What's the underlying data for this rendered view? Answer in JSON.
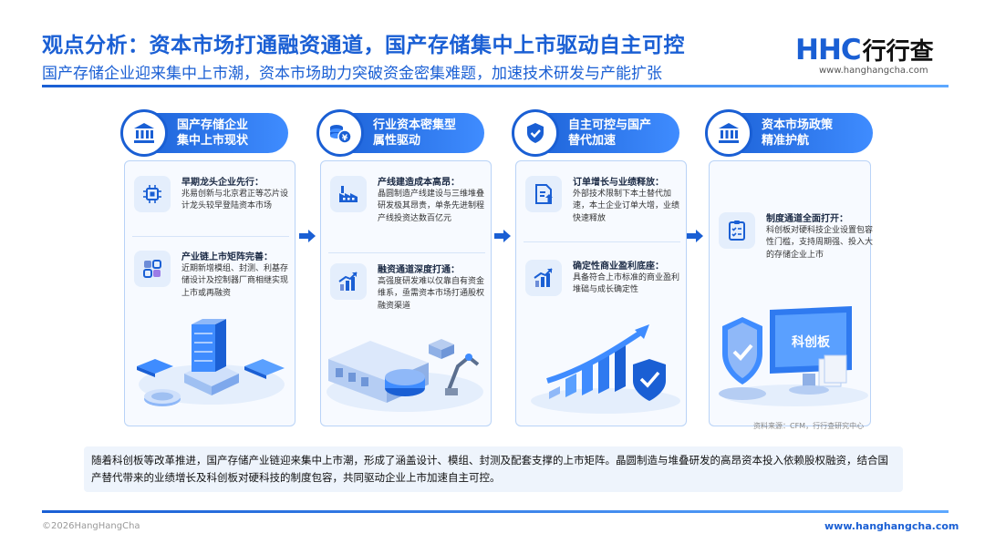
{
  "header": {
    "title": "观点分析：资本市场打通融资通道，国产存储集中上市驱动自主可控",
    "subtitle": "国产存储企业迎来集中上市潮，资本市场助力突破资金密集难题，加速技术研发与产能扩张"
  },
  "logo": {
    "mark": "HHC",
    "name": "行行查",
    "url": "www.hanghangcha.com"
  },
  "columns": [
    {
      "title": "国产存储企业\n集中上市现状",
      "items": [
        {
          "head": "早期龙头企业先行：",
          "text": "兆易创新与北京君正等芯片设计龙头较早登陆资本市场"
        },
        {
          "head": "产业链上市矩阵完善：",
          "text": "近期新增模组、封测、利基存储设计及控制器厂商相继实现上市或再融资"
        }
      ]
    },
    {
      "title": "行业资本密集型\n属性驱动",
      "items": [
        {
          "head": "产线建造成本高昂：",
          "text": "晶圆制造产线建设与三维堆叠研发极其昂贵，单条先进制程产线投资达数百亿元"
        },
        {
          "head": "融资通道深度打通：",
          "text": "高强度研发难以仅靠自有资金维系，亟需资本市场打通股权融资渠道"
        }
      ]
    },
    {
      "title": "自主可控与国产\n替代加速",
      "items": [
        {
          "head": "订单增长与业绩释放：",
          "text": "外部技术限制下本土替代加速，本土企业订单大增，业绩快速释放"
        },
        {
          "head": "确定性商业盈利底座：",
          "text": "具备符合上市标准的商业盈利堆础与成长确定性"
        }
      ]
    },
    {
      "title": "资本市场政策\n精准护航",
      "items": [
        {
          "head": "制度通道全面打开：",
          "text": "科创板对硬科技企业设置包容性门槛，支持周期强、投入大的存储企业上市"
        }
      ]
    }
  ],
  "illustration": {
    "board_label": "科创板"
  },
  "source": "资料来源：CFM，行行查研究中心",
  "summary": "随着科创板等改革推进，国产存储产业链迎来集中上市潮，形成了涵盖设计、模组、封测及配套支撑的上市矩阵。晶圆制造与堆叠研发的高昂资本投入依赖股权融资，结合国产替代带来的业绩增长及科创板对硬科技的制度包容，共同驱动企业上市加速自主可控。",
  "footer": {
    "copyright": "©2026HangHangCha",
    "url": "www.hanghangcha.com"
  },
  "icons": [
    "bank-icon",
    "coins-icon",
    "shield-check-icon",
    "bank-icon",
    "chip-icon",
    "grid-icon",
    "factory-icon",
    "bar-chart-up-icon",
    "document-up-icon",
    "bar-chart-up-icon",
    "checklist-icon"
  ],
  "colors": {
    "primary": "#1a5fd4",
    "accent": "#3f8cff",
    "panel_border": "#b9d3f7"
  }
}
